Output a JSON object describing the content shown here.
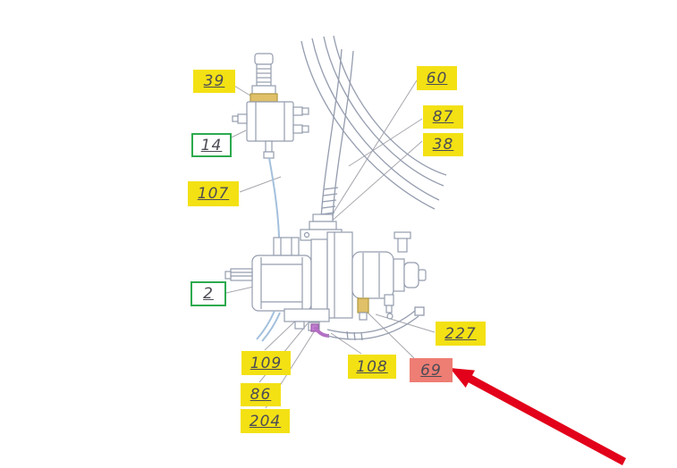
{
  "diagram": {
    "colors": {
      "highlight_yellow": "#f3e114",
      "highlight_red": "#ee7d74",
      "green_border": "#2daa4e",
      "label_text": "#4c4c55",
      "arrow_red": "#e2001a",
      "line_gray": "#949cae",
      "hose_blue": "#a3c0dd"
    },
    "callouts": [
      {
        "id": "39",
        "text": "39",
        "style": "yellow"
      },
      {
        "id": "14",
        "text": "14",
        "style": "green-outline"
      },
      {
        "id": "107",
        "text": "107",
        "style": "yellow"
      },
      {
        "id": "60",
        "text": "60",
        "style": "yellow"
      },
      {
        "id": "87",
        "text": "87",
        "style": "yellow"
      },
      {
        "id": "38",
        "text": "38",
        "style": "yellow"
      },
      {
        "id": "2",
        "text": "2",
        "style": "green-outline"
      },
      {
        "id": "227",
        "text": "227",
        "style": "yellow"
      },
      {
        "id": "109",
        "text": "109",
        "style": "yellow"
      },
      {
        "id": "108",
        "text": "108",
        "style": "yellow"
      },
      {
        "id": "86",
        "text": "86",
        "style": "yellow"
      },
      {
        "id": "204",
        "text": "204",
        "style": "yellow"
      },
      {
        "id": "69",
        "text": "69",
        "style": "red",
        "highlighted_by_arrow": true
      }
    ]
  }
}
